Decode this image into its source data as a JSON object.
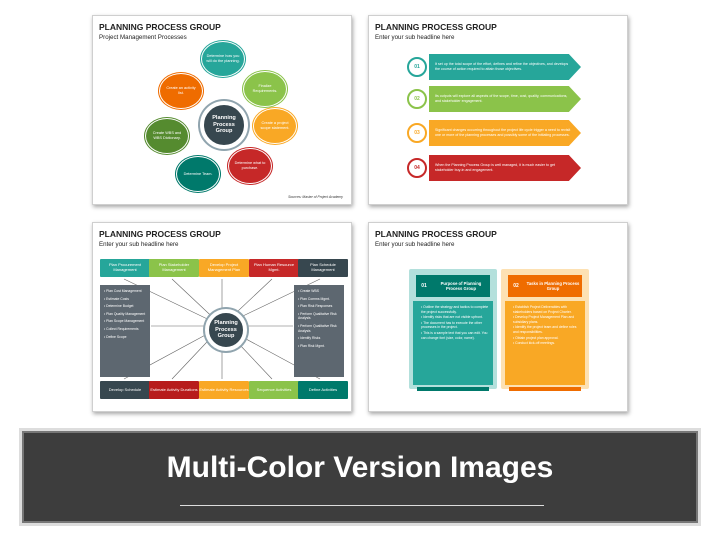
{
  "slide1": {
    "title": "PLANNING PROCESS GROUP",
    "subtitle": "Project Management Processes",
    "center": "Planning Process Group",
    "source": "Sources: Master of Project Academy",
    "petals": [
      {
        "text": "Determine how you will do the planning.",
        "color": "#26a69a"
      },
      {
        "text": "Finalize Requirements.",
        "color": "#8bc34a"
      },
      {
        "text": "Create a project scope statement.",
        "color": "#f9a825"
      },
      {
        "text": "Determine what to purchase.",
        "color": "#c62828"
      },
      {
        "text": "Determine Team.",
        "color": "#00796b"
      },
      {
        "text": "Create WBS and WBS Dictionary.",
        "color": "#558b2f"
      },
      {
        "text": "Create an activity list.",
        "color": "#ef6c00"
      }
    ]
  },
  "slide2": {
    "title": "PLANNING PROCESS GROUP",
    "subtitle": "Enter your sub headline here",
    "items": [
      {
        "num": "01",
        "text": "It set up the total scope of the effort, defines and refine the objectives, and develops the course of action required to attain those objectives.",
        "color": "#26a69a"
      },
      {
        "num": "02",
        "text": "Its outputs will explore all aspects of the scope, time, cost, quality, communications, and stakeholder engagement.",
        "color": "#8bc34a"
      },
      {
        "num": "03",
        "text": "Significant changes occurring throughout the project life cycle trigger a need to revisit one or more of the planning processes and possibly some of the initiating processes.",
        "color": "#f9a825"
      },
      {
        "num": "04",
        "text": "When the Planning Process Group is well managed, it is much easier to get stakeholder buy-in and engagement.",
        "color": "#c62828"
      }
    ]
  },
  "slide3": {
    "title": "PLANNING PROCESS GROUP",
    "subtitle": "Enter your sub headline here",
    "center": "Planning Process Group",
    "top": [
      {
        "text": "Plan Procurement Management",
        "color": "#26a69a"
      },
      {
        "text": "Plan Stakeholder Management",
        "color": "#8bc34a"
      },
      {
        "text": "Develop Project Management Plan",
        "color": "#f9a825"
      },
      {
        "text": "Plan Human Resource Mgmt.",
        "color": "#c62828"
      },
      {
        "text": "Plan Schedule Management",
        "color": "#37474f"
      }
    ],
    "bottom": [
      {
        "text": "Develop Schedule",
        "color": "#37474f"
      },
      {
        "text": "Estimate Activity Durations",
        "color": "#b71c1c"
      },
      {
        "text": "Estimate Activity Resources",
        "color": "#f9a825"
      },
      {
        "text": "Sequence Activities",
        "color": "#8bc34a"
      },
      {
        "text": "Define Activities",
        "color": "#00796b"
      }
    ],
    "left_list": [
      "Plan Cost Management",
      "Estimate Costs",
      "Determine Budget",
      "Plan Quality Management",
      "Plan Scope Management",
      "Collect Requirements",
      "Define Scope"
    ],
    "right_list": [
      "Create WBS",
      "Plan Comms Mgmt.",
      "Plan Risk Responses",
      "Perform Qualitative Risk Analysis",
      "Perform Qualitative Risk Analysis",
      "Identify Risks",
      "Plan Risk Mgmt."
    ]
  },
  "slide4": {
    "title": "PLANNING PROCESS GROUP",
    "subtitle": "Enter your sub headline here",
    "cards": [
      {
        "num": "01",
        "heading": "Purpose of Planning Process Group",
        "color": "#26a69a",
        "dark": "#00796b",
        "bullets": [
          "Outline the strategy and tactics to complete the project successfully.",
          "Identify risks that are not visible upfront.",
          "The document has to execute the other processes in the project.",
          "This is a sample text that you can edit. You can change font (size, color, name)."
        ]
      },
      {
        "num": "02",
        "heading": "Tasks in Planning Process Group",
        "color": "#f9a825",
        "dark": "#ef6c00",
        "bullets": [
          "Establish Project Deliverables with stakeholders based on Project Charter.",
          "Develop Project Management Plan and subsidiary plans.",
          "Identify the project team and define roles and responsibilities.",
          "Obtain project plan approval.",
          "Conduct kick-off meetings."
        ]
      }
    ]
  },
  "banner": {
    "text": "Multi-Color Version Images"
  }
}
